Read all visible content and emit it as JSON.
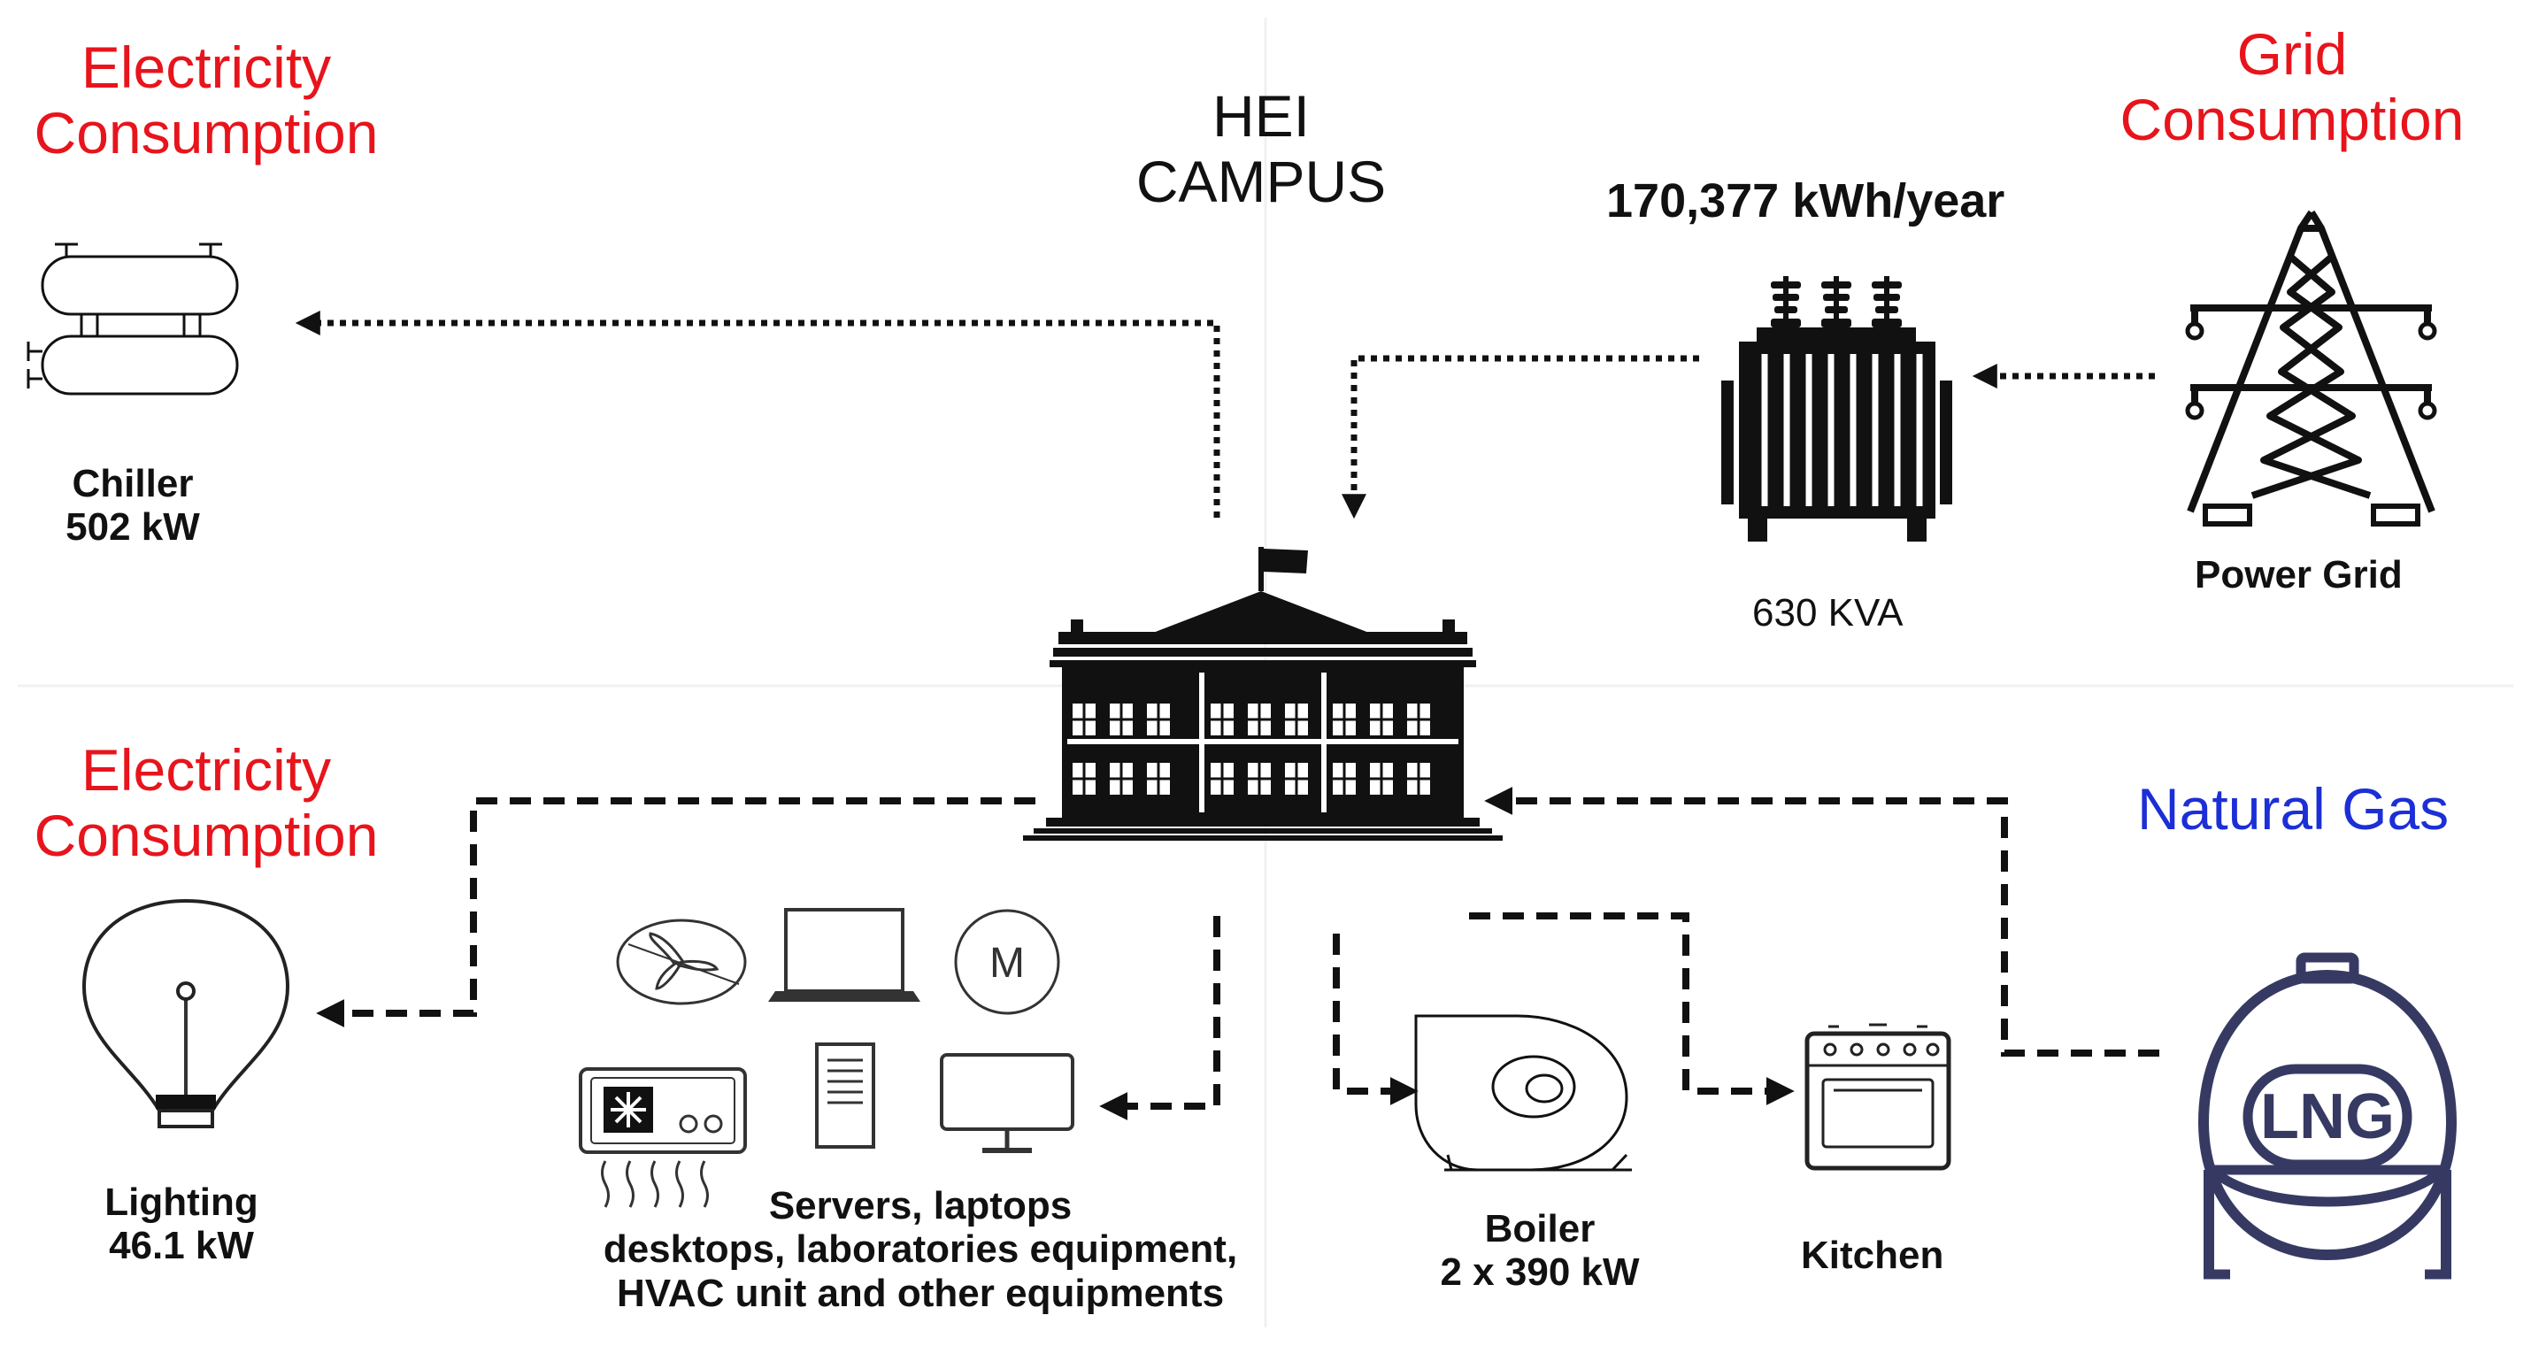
{
  "labels": {
    "elec_top": [
      "Electricity",
      "Consumption"
    ],
    "elec_bottom": [
      "Electricity",
      "Consumption"
    ],
    "grid": [
      "Grid",
      "Consumption"
    ],
    "natural_gas": "Natural Gas",
    "campus": [
      "HEI",
      "CAMPUS"
    ],
    "grid_value": "170,377 kWh/year",
    "chiller": [
      "Chiller",
      "502 kW"
    ],
    "transformer": "630 KVA",
    "power_grid": "Power Grid",
    "lighting": [
      "Lighting",
      "46.1 kW"
    ],
    "equipment": [
      "Servers, laptops",
      "desktops, laboratories equipment,",
      "HVAC unit and other equipments"
    ],
    "boiler": [
      "Boiler",
      "2 x 390 kW"
    ],
    "kitchen": "Kitchen",
    "lng": "LNG",
    "motor": "M"
  },
  "colors": {
    "electricity": "#e8141c",
    "natural_gas": "#1c2fd6",
    "lng_icon": "#363a63",
    "line": "#111111"
  },
  "icons": [
    "chiller-icon",
    "transformer-icon",
    "power-tower-icon",
    "campus-building-icon",
    "light-bulb-icon",
    "fan-icon",
    "laptop-icon",
    "motor-icon",
    "hvac-unit-icon",
    "server-tower-icon",
    "desktop-monitor-icon",
    "boiler-icon",
    "stove-icon",
    "lng-tank-icon"
  ]
}
